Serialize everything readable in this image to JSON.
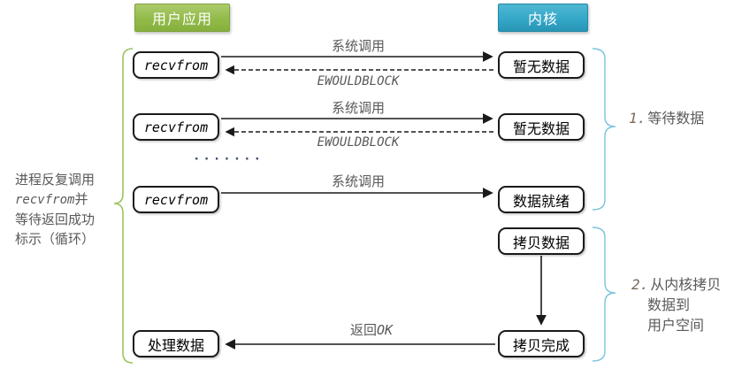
{
  "headers": {
    "user": "用户应用",
    "kernel": "内核"
  },
  "boxes": {
    "recvfrom_1": "recvfrom",
    "recvfrom_2": "recvfrom",
    "recvfrom_3": "recvfrom",
    "no_data_1": "暂无数据",
    "no_data_2": "暂无数据",
    "data_ready": "数据就绪",
    "copy_data": "拷贝数据",
    "copy_done": "拷贝完成",
    "process_data": "处理数据"
  },
  "arrow_labels": {
    "syscall_1": "系统调用",
    "syscall_2": "系统调用",
    "syscall_3": "系统调用",
    "ewouldblock_1": "EWOULDBLOCK",
    "ewouldblock_2": "EWOULDBLOCK",
    "return_prefix": "返回",
    "return_code": "OK",
    "dots": "·······"
  },
  "left_note": {
    "line1": "进程反复调用",
    "line2_code": "recvfrom",
    "line2_suffix": "并",
    "line3": "等待返回成功",
    "line4": "标示（循环）"
  },
  "right_notes": {
    "note1_num": "1.",
    "note1_text": "等待数据",
    "note2_num": "2.",
    "note2_line1": "从内核拷贝",
    "note2_line2": "数据到",
    "note2_line3": "用户空间"
  },
  "colors": {
    "user_header_green": "#93bb4a",
    "kernel_header_blue": "#35a7c8",
    "left_brace_green": "#9cc35e",
    "right_brace_blue": "#79c4dd",
    "label_gray": "#595959",
    "note_number_brown": "#7c6a58",
    "box_border": "#1a1a1a"
  }
}
